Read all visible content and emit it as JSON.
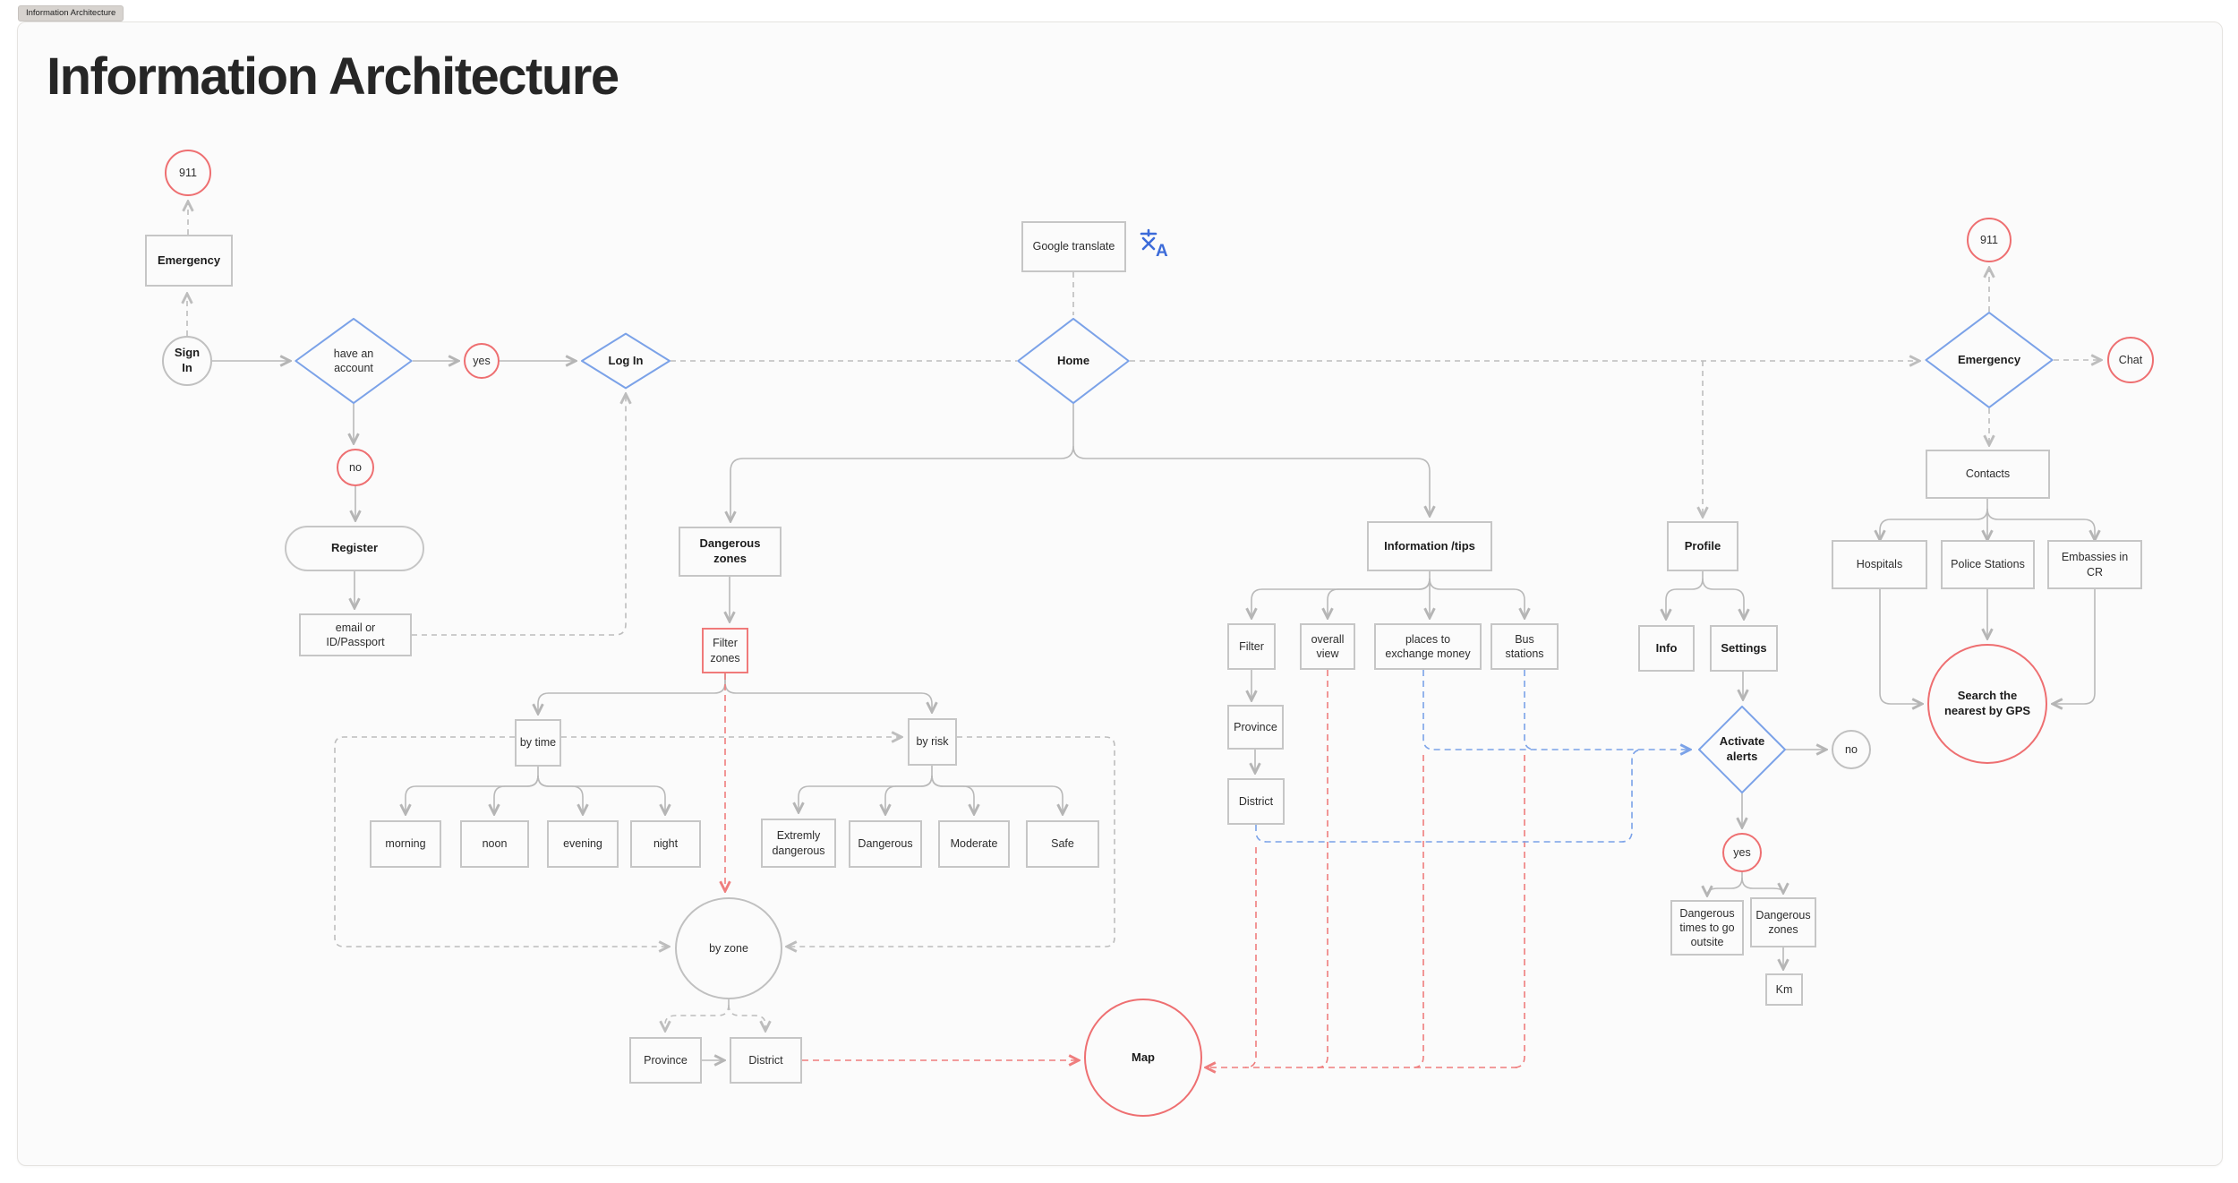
{
  "page": {
    "tab": "Information Architecture",
    "title": "Information Architecture"
  },
  "colors": {
    "accent_red": "#ee6f71",
    "accent_red_dash": "#ef7d7d",
    "accent_blue": "#7ba2e8",
    "line_gray": "#b9b9b9",
    "box_border_gray": "#c6c6c6",
    "canvas_bg": "#fbfbfb"
  },
  "icons": {
    "translate": "google-translate-glyph (crossed X with bar + letter A, blue)"
  },
  "nodes": {
    "call_911_left": "911",
    "emergency_left": "Emergency",
    "sign_in": "Sign In",
    "have_account": "have an account",
    "yes1": "yes",
    "log_in": "Log In",
    "no1": "no",
    "register": "Register",
    "email": "email or ID/Passport",
    "google_translate": "Google translate",
    "home": "Home",
    "dangerous_zones": "Dangerous zones",
    "filter_zones": "Filter zones",
    "by_time": "by time",
    "by_risk": "by risk",
    "morning": "morning",
    "noon": "noon",
    "evening": "evening",
    "night": "night",
    "extremly_dangerous": "Extremly dangerous",
    "dangerous": "Dangerous",
    "moderate": "Moderate",
    "safe": "Safe",
    "by_zone": "by zone",
    "province1": "Province",
    "district1": "District",
    "map": "Map",
    "information_tips": "Information /tips",
    "filter": "Filter",
    "overall_view": "overall view",
    "places_exchange": "places to exchange money",
    "bus_stations": "Bus stations",
    "province2": "Province",
    "district2": "District",
    "profile": "Profile",
    "info": "Info",
    "settings": "Settings",
    "activate_alerts": "Activate alerts",
    "no2": "no",
    "yes2": "yes",
    "dangerous_times": "Dangerous times to go outsite",
    "dangerous_zones2": "Dangerous zones",
    "km": "Km",
    "call_911_right": "911",
    "emergency_right": "Emergency",
    "chat": "Chat",
    "contacts": "Contacts",
    "hospitals": "Hospitals",
    "police_stations": "Police Stations",
    "embassies": "Embassies in CR",
    "gps": "Search the nearest by GPS"
  }
}
